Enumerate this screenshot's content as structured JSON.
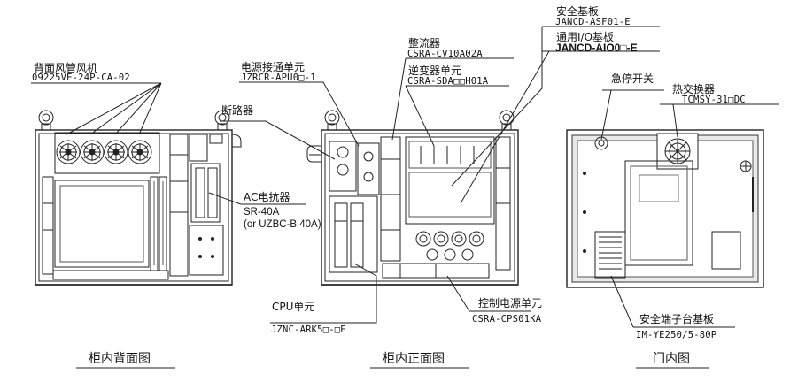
{
  "labels": {
    "back_fan": {
      "title": "背面风管风机",
      "code": "09225VE-24P-CA-02"
    },
    "power_conn": {
      "title": "电源接通单元",
      "code": "JZRCR-APU0□-1"
    },
    "breaker": {
      "title": "断路器"
    },
    "rectifier": {
      "title": "整流器",
      "code": "CSRA-CV10A02A"
    },
    "inverter": {
      "title": "逆变器单元",
      "code": "CSRA-SDA□□H01A"
    },
    "safety_board": {
      "title": "安全基板",
      "code": "JANCD-ASF01-E"
    },
    "io_board": {
      "title": "通用I/O基板",
      "code": "JANCD-AIO0□-E"
    },
    "estop": {
      "title": "急停开关"
    },
    "heat_exchanger": {
      "title": "热交换器",
      "code": "TCMSY-31□DC"
    },
    "ac_reactor": {
      "title": "AC电抗器",
      "code": "SR-40A",
      "alt": "(or UZBC-B 40A)"
    },
    "cpu": {
      "title": "CPU单元",
      "code": "JZNC-ARK5□-□E"
    },
    "ctrl_power": {
      "title": "控制电源单元",
      "code": "CSRA-CPS01KA"
    },
    "safety_terminal": {
      "title": "安全端子台基板",
      "code": "IM-YE250/5-80P"
    }
  },
  "captions": {
    "back": "柜内背面图",
    "front": "柜内正面图",
    "door": "门内图"
  }
}
